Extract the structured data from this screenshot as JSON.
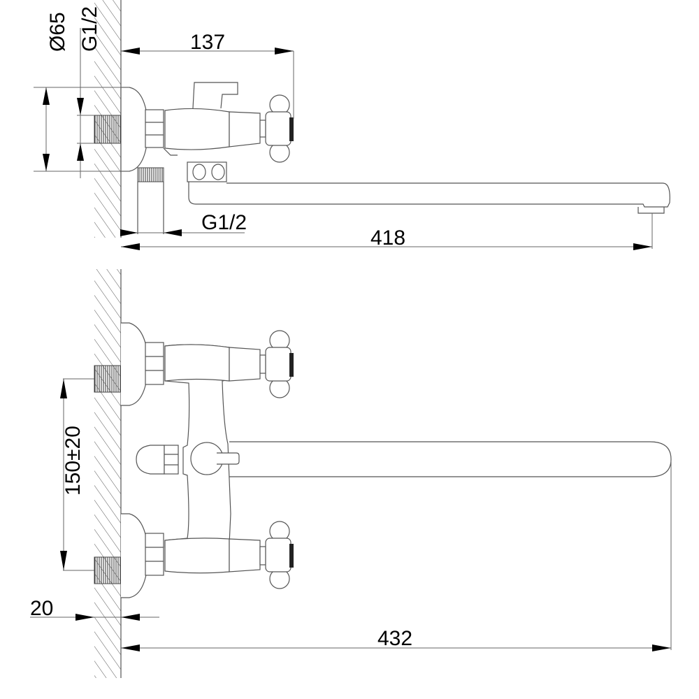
{
  "drawing": {
    "title": "Wall-mounted bath/shower mixer with long spout — technical dimension drawing",
    "views": [
      "side-view",
      "front-view"
    ],
    "line_color": "#555555",
    "arrow_color": "#000000",
    "background": "#ffffff"
  },
  "side_view": {
    "dimensions": {
      "flange_diameter": "Ø65",
      "inlet_thread": "G1/2",
      "handle_depth": "137",
      "outlet_thread": "G1/2",
      "spout_reach": "418"
    }
  },
  "front_view": {
    "dimensions": {
      "inlet_spacing": "150±20",
      "wall_offset": "20",
      "spout_length": "432"
    }
  }
}
